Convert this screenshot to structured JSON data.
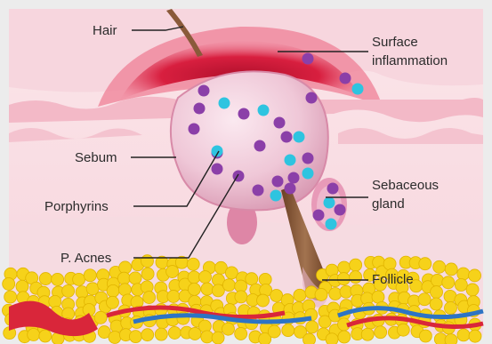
{
  "diagram": {
    "labels": {
      "hair": "Hair",
      "surface_line1": "Surface",
      "surface_line2": "inflammation",
      "sebum": "Sebum",
      "porphyrins": "Porphyrins",
      "p_acnes": "P. Acnes",
      "sebaceous_line1": "Sebaceous",
      "sebaceous_line2": "gland",
      "follicle": "Follicle"
    },
    "colors": {
      "background": "#ececec",
      "skin_light": "#f9dde3",
      "skin_mid": "#f3bccb",
      "inflammation": "#d81f3f",
      "inflammation_glow": "#ee6a83",
      "pimple": "#f2d0de",
      "porphyrin": "#2ec4e0",
      "p_acnes": "#8b3fa8",
      "hair": "#8a5a3a",
      "fat": "#f6d21a",
      "artery": "#d9263a",
      "vein": "#2d74c4",
      "label_line": "#222222"
    }
  }
}
